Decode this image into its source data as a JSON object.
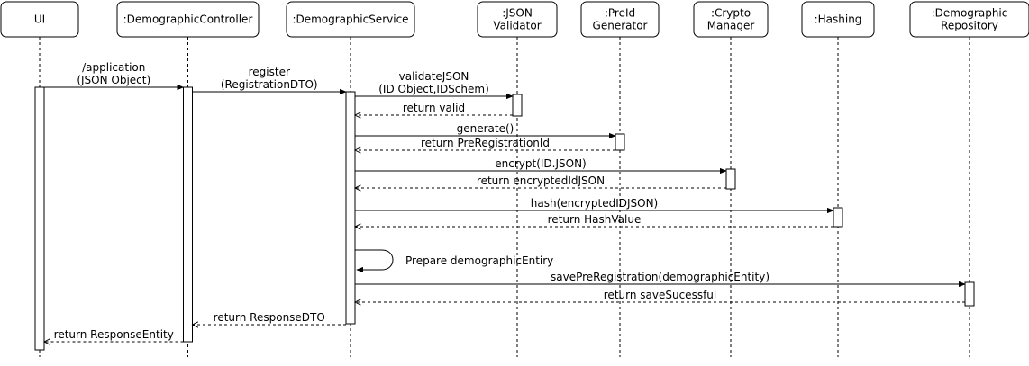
{
  "participants": [
    {
      "id": "ui",
      "lines": [
        "UI"
      ]
    },
    {
      "id": "controller",
      "lines": [
        ":DemographicController"
      ]
    },
    {
      "id": "service",
      "lines": [
        ":DemographicService"
      ]
    },
    {
      "id": "validator",
      "lines": [
        ":JSON",
        "Validator"
      ]
    },
    {
      "id": "preid",
      "lines": [
        ":PreId",
        "Generator"
      ]
    },
    {
      "id": "crypto",
      "lines": [
        ":Crypto",
        "Manager"
      ]
    },
    {
      "id": "hashing",
      "lines": [
        ":Hashing"
      ]
    },
    {
      "id": "repository",
      "lines": [
        ":Demographic",
        "Repository"
      ]
    }
  ],
  "messages": [
    {
      "id": "application",
      "from": "ui",
      "to": "controller",
      "kind": "call",
      "lines": [
        "/application",
        "(JSON Object)"
      ]
    },
    {
      "id": "register",
      "from": "controller",
      "to": "service",
      "kind": "call",
      "lines": [
        "register",
        "(RegistrationDTO)"
      ]
    },
    {
      "id": "validatejson",
      "from": "service",
      "to": "validator",
      "kind": "call",
      "lines": [
        "validateJSON",
        "(ID Object,IDSchem)"
      ]
    },
    {
      "id": "return-valid",
      "from": "validator",
      "to": "service",
      "kind": "return",
      "lines": [
        "return valid"
      ]
    },
    {
      "id": "generate",
      "from": "service",
      "to": "preid",
      "kind": "call",
      "lines": [
        "generate()"
      ]
    },
    {
      "id": "return-preregistrationid",
      "from": "preid",
      "to": "service",
      "kind": "return",
      "lines": [
        "return PreRegistrationId"
      ]
    },
    {
      "id": "encrypt",
      "from": "service",
      "to": "crypto",
      "kind": "call",
      "lines": [
        "encrypt(ID.JSON)"
      ]
    },
    {
      "id": "return-encryptedidjson",
      "from": "crypto",
      "to": "service",
      "kind": "return",
      "lines": [
        "return encryptedIdJSON"
      ]
    },
    {
      "id": "hash",
      "from": "service",
      "to": "hashing",
      "kind": "call",
      "lines": [
        "hash(encryptedIDJSON)"
      ]
    },
    {
      "id": "return-hashvalue",
      "from": "hashing",
      "to": "service",
      "kind": "return",
      "lines": [
        "return HashValue"
      ]
    },
    {
      "id": "prepare-demographicentiry",
      "from": "service",
      "to": "service",
      "kind": "self",
      "lines": [
        "Prepare demographicEntiry"
      ]
    },
    {
      "id": "savepreregistration",
      "from": "service",
      "to": "repository",
      "kind": "call",
      "lines": [
        "savePreRegistration(demographicEntity)"
      ]
    },
    {
      "id": "return-savesucessful",
      "from": "repository",
      "to": "service",
      "kind": "return",
      "lines": [
        "return saveSucessful"
      ]
    },
    {
      "id": "return-responsedto",
      "from": "service",
      "to": "controller",
      "kind": "return",
      "lines": [
        "return ResponseDTO"
      ]
    },
    {
      "id": "return-responseentity",
      "from": "controller",
      "to": "ui",
      "kind": "return",
      "lines": [
        "return ResponseEntity"
      ]
    }
  ]
}
